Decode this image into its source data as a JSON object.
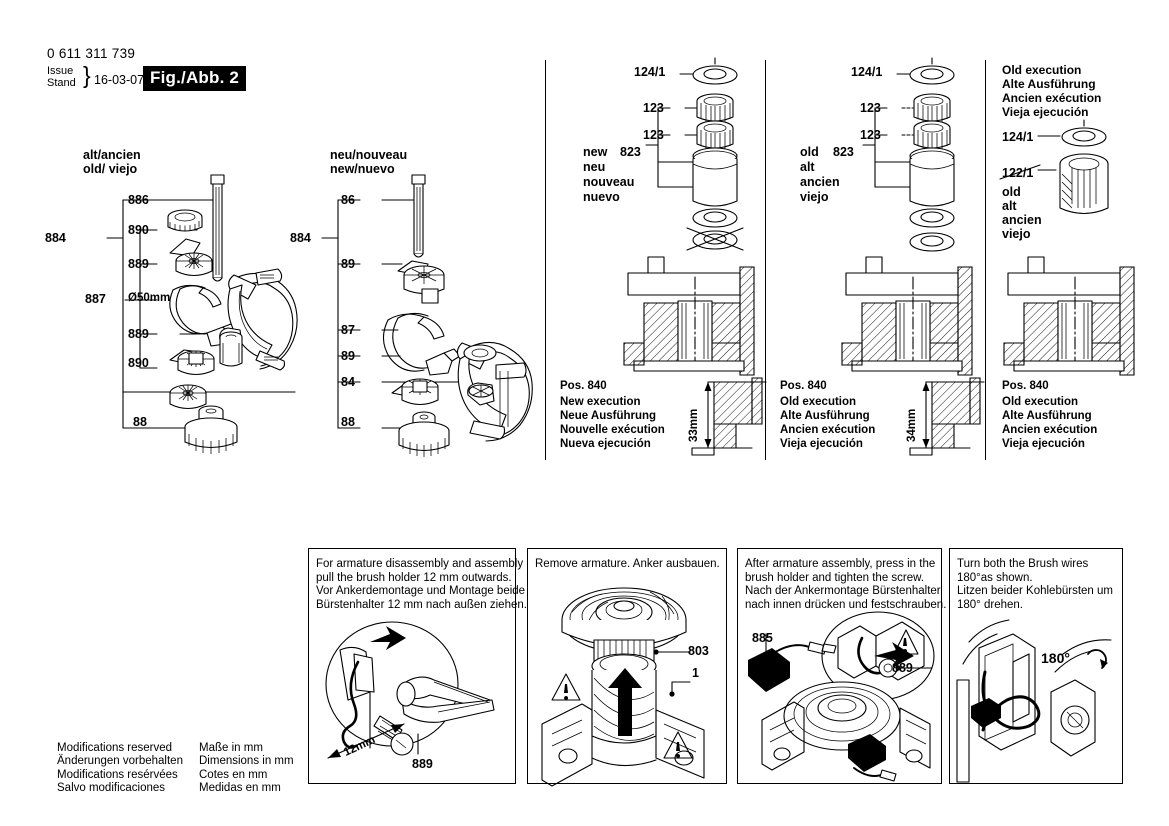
{
  "header": {
    "part_number": "0 611 311 739",
    "issue_label": "Issue",
    "stand_label": "Stand",
    "brace": "}",
    "date": "16-03-07",
    "figure": "Fig./Abb. 2"
  },
  "left_assembly": {
    "heading_line1": "alt/ancien",
    "heading_line2": "old/ viejo",
    "bracket_label": "884",
    "callouts": [
      {
        "id": "886",
        "note": ""
      },
      {
        "id": "890",
        "note": ""
      },
      {
        "id": "889",
        "note": ""
      },
      {
        "id": "887",
        "note": "Ø50mm"
      },
      {
        "id": "889",
        "note": ""
      },
      {
        "id": "890",
        "note": ""
      },
      {
        "id": "88",
        "note": ""
      }
    ]
  },
  "right_assembly": {
    "heading_line1": "neu/nouveau",
    "heading_line2": "new/nuevo",
    "bracket_label": "884",
    "callouts": [
      {
        "id": "86"
      },
      {
        "id": "89"
      },
      {
        "id": "87"
      },
      {
        "id": "89"
      },
      {
        "id": "84"
      },
      {
        "id": "88"
      }
    ]
  },
  "panel_new": {
    "top_callout": "124/1",
    "bearing_callout_1": "123",
    "bearing_callout_2": "123",
    "group_number": "823",
    "group_lang": [
      "new",
      "neu",
      "nouveau",
      "nuevo"
    ],
    "pos_title": "Pos. 840",
    "pos_lines": [
      "New execution",
      "Neue Ausführung",
      "Nouvelle exécution",
      "Nueva ejecución"
    ],
    "dimension": "33mm"
  },
  "panel_old": {
    "top_callout": "124/1",
    "bearing_callout_1": "123",
    "bearing_callout_2": "123",
    "group_number": "823",
    "group_lang": [
      "old",
      "alt",
      "ancien",
      "viejo"
    ],
    "pos_title": "Pos. 840",
    "pos_lines": [
      "Old execution",
      "Alte Ausführung",
      "Ancien exécution",
      "Vieja ejecución"
    ],
    "dimension": "34mm"
  },
  "panel_oldexec": {
    "title_lines": [
      "Old execution",
      "Alte Ausführung",
      "Ancien exécution",
      "Vieja ejecución"
    ],
    "top_callout": "124/1",
    "struck_callout": "122/1",
    "struck_lang": [
      "old",
      "alt",
      "ancien",
      "viejo"
    ],
    "pos_title": "Pos. 840",
    "pos_lines": [
      "Old execution",
      "Alte Ausführung",
      "Ancien exécution",
      "Vieja ejecución"
    ]
  },
  "instructions": [
    {
      "text": "For armature disassembly and assembly\npull the brush holder 12 mm outwards.\nVor Ankerdemontage und Montage beide\nBürstenhalter 12 mm nach außen ziehen.",
      "callouts": [
        "12mm",
        "889"
      ]
    },
    {
      "text": "Remove armature. Anker ausbauen.",
      "callouts": [
        "803",
        "1"
      ]
    },
    {
      "text": "After armature assembly, press in the\nbrush holder and tighten the screw.\nNach der Ankermontage Bürstenhalter\nnach innen drücken und festschrauben.",
      "callouts": [
        "885",
        "889"
      ]
    },
    {
      "text": "Turn both the Brush wires\n180°as shown.\nLitzen beider Kohlebürsten um\n180° drehen.",
      "callouts": [
        "180°"
      ]
    }
  ],
  "footer": {
    "modifications": "Modifications reserved\nÄnderungen vorbehalten\nModifications resérvées\nSalvo modificaciones",
    "dimensions": "Maße in mm\nDimensions in mm\nCotes en mm\nMedidas en mm"
  }
}
